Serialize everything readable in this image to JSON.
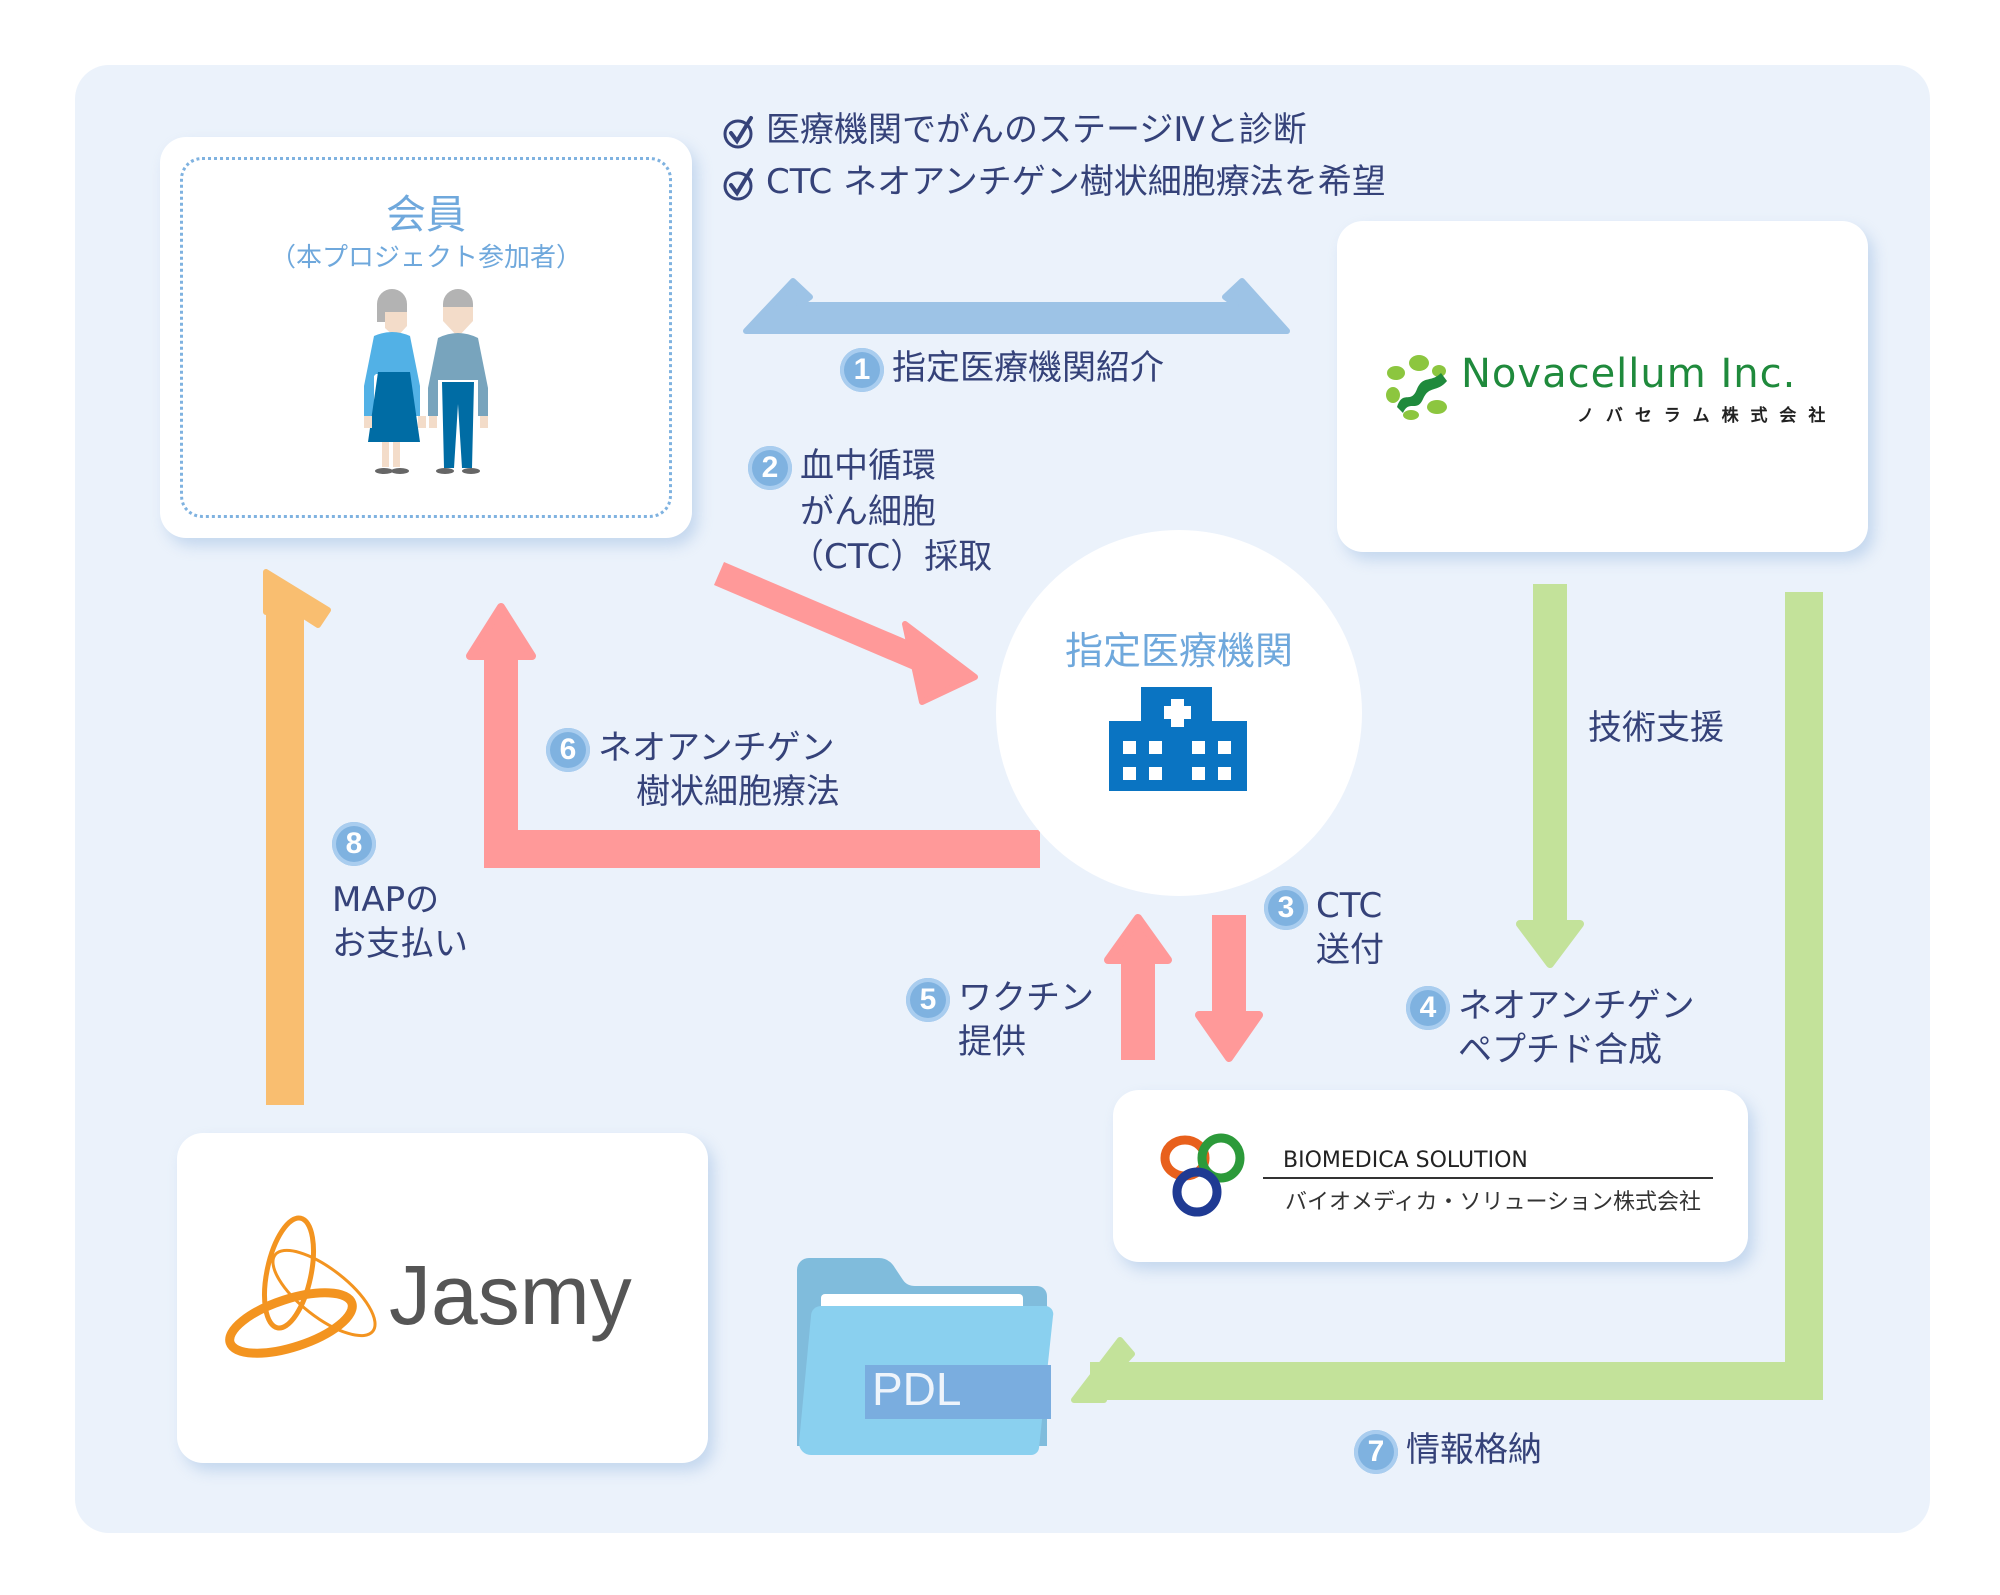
{
  "checklist": [
    {
      "icon": "check-circle-icon",
      "label": "医療機関でがんのステージⅣと診断"
    },
    {
      "icon": "check-circle-icon",
      "label": "CTC ネオアンチゲン樹状細胞療法を希望"
    }
  ],
  "nodes": {
    "member": {
      "title": "会員",
      "subtitle": "（本プロジェクト参加者）",
      "icon": "elderly-couple-icon"
    },
    "novacellum": {
      "name": "Novacellum Inc.",
      "name_ja": "ノ バ セ ラ ム 株 式 会 社",
      "icon": "novacellum-logo-icon"
    },
    "hospital": {
      "title": "指定医療機関",
      "icon": "hospital-building-icon"
    },
    "biomedica": {
      "name": "BIOMEDICA SOLUTION",
      "name_ja": "バイオメディカ・ソリューション株式会社",
      "icon": "biomedica-rings-logo-icon"
    },
    "jasmy": {
      "name": "Jasmy",
      "icon": "jasmy-orbit-logo-icon"
    },
    "pdl": {
      "label": "PDL",
      "icon": "folder-icon"
    }
  },
  "steps": [
    {
      "num": "1",
      "lines": [
        "指定医療機関紹介"
      ]
    },
    {
      "num": "2",
      "lines": [
        "血中循環",
        "がん細胞",
        "（CTC）採取"
      ]
    },
    {
      "num": "3",
      "lines": [
        "CTC",
        "送付"
      ]
    },
    {
      "num": "4",
      "lines": [
        "ネオアンチゲン",
        "ペプチド合成"
      ]
    },
    {
      "num": "5",
      "lines": [
        "ワクチン",
        "提供"
      ]
    },
    {
      "num": "6",
      "lines": [
        "ネオアンチゲン",
        "樹状細胞療法"
      ]
    },
    {
      "num": "7",
      "lines": [
        "情報格納"
      ]
    },
    {
      "num": "8",
      "lines": [
        "MAPの",
        "お支払い"
      ]
    }
  ],
  "support_label": "技術支援",
  "colors": {
    "panel": "#ebf2fb",
    "text": "#354279",
    "accent_title": "#6fa8dc",
    "arrow_blue": "#9dc3e6",
    "arrow_red": "#ff9999",
    "arrow_green": "#c3e29a",
    "arrow_orange": "#f9be70",
    "badge": "#7fb2e0",
    "hospital_icon": "#0a74c2",
    "novacellum_green": "#1f8a3c",
    "jasmy_orange": "#f39420"
  }
}
